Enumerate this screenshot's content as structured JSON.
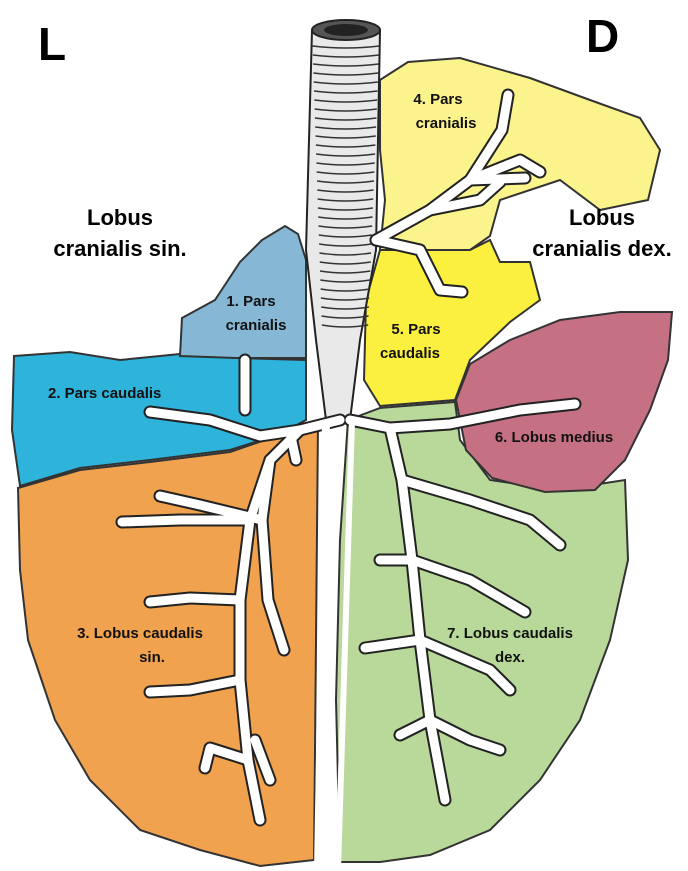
{
  "corners": {
    "left": "L",
    "right": "D"
  },
  "lobe_titles": {
    "left": [
      "Lobus",
      "cranialis sin."
    ],
    "right": [
      "Lobus",
      "cranialis dex."
    ]
  },
  "regions": [
    {
      "id": "1",
      "lines": [
        "1.  Pars",
        "cranialis"
      ],
      "color": "#86b8d6"
    },
    {
      "id": "2",
      "lines": [
        "2.  Pars caudalis"
      ],
      "color": "#2eb3da"
    },
    {
      "id": "3",
      "lines": [
        "3.  Lobus caudalis",
        "sin."
      ],
      "color": "#f0a24e"
    },
    {
      "id": "4",
      "lines": [
        "4.  Pars",
        "cranialis"
      ],
      "color": "#fbf48c"
    },
    {
      "id": "5",
      "lines": [
        "5.  Pars",
        "caudalis"
      ],
      "color": "#fbf03f"
    },
    {
      "id": "6",
      "lines": [
        "6.  Lobus medius"
      ],
      "color": "#c57183"
    },
    {
      "id": "7",
      "lines": [
        "7.  Lobus caudalis",
        "dex."
      ],
      "color": "#b9d99a"
    }
  ]
}
